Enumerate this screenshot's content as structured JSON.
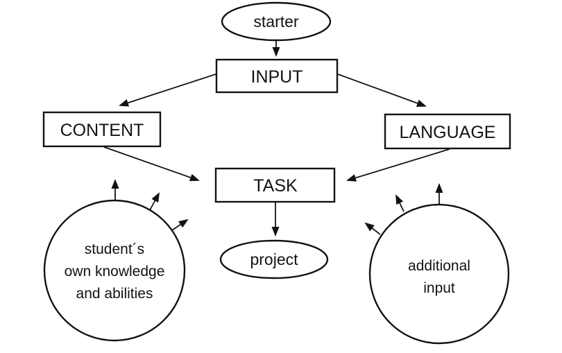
{
  "diagram": {
    "description": "Project work flow diagram",
    "colors": {
      "stroke": "#121212",
      "background": "#ffffff"
    },
    "nodes": {
      "starter": {
        "shape": "ellipse",
        "label": "starter"
      },
      "input": {
        "shape": "rect",
        "label": "INPUT"
      },
      "content": {
        "shape": "rect",
        "label": "CONTENT"
      },
      "language": {
        "shape": "rect",
        "label": "LANGUAGE"
      },
      "task": {
        "shape": "rect",
        "label": "TASK"
      },
      "project": {
        "shape": "ellipse",
        "label": "project"
      },
      "student_circle": {
        "shape": "circle",
        "lines": [
          "student´s",
          "own knowledge",
          "and abilities"
        ]
      },
      "additional_circle": {
        "shape": "circle",
        "lines": [
          "additional",
          "input"
        ]
      }
    },
    "edges": [
      {
        "from": "starter",
        "to": "input"
      },
      {
        "from": "input",
        "to": "content"
      },
      {
        "from": "input",
        "to": "language"
      },
      {
        "from": "content",
        "to": "task"
      },
      {
        "from": "language",
        "to": "task"
      },
      {
        "from": "task",
        "to": "project"
      },
      {
        "from": "student_circle",
        "to": "outward (3 small arrows)"
      },
      {
        "from": "additional_circle",
        "to": "outward (3 small arrows)"
      }
    ]
  }
}
